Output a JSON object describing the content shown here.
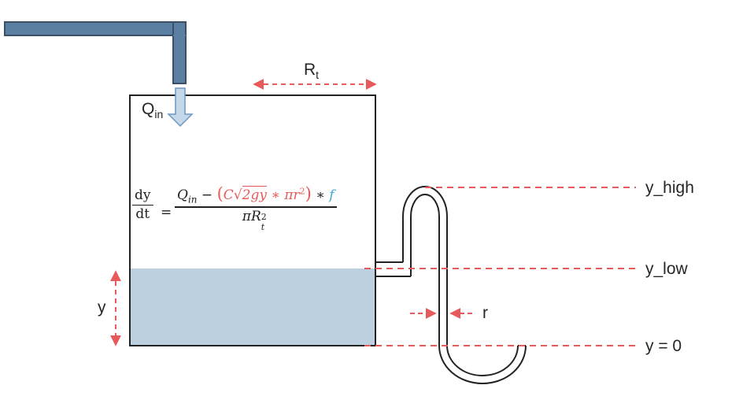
{
  "labels": {
    "q_in": {
      "main": "Q",
      "sub": "in"
    },
    "r_t": {
      "main": "R",
      "sub": "t"
    },
    "y_high": "y_high",
    "y_low": "y_low",
    "y_zero": "y = 0",
    "y": "y",
    "r": "r"
  },
  "equation": {
    "lhs_num": "dy",
    "lhs_den": "dt",
    "equals": "=",
    "q_main": "Q",
    "q_sub": "in",
    "minus": "−",
    "open_paren": "(",
    "c": "C",
    "sqrt_body": "2gy",
    "times1": " ∗ ",
    "pi_r": "πr",
    "sq": "2",
    "close_paren": ")",
    "times2": " ∗ ",
    "f": "f",
    "den_pi_r": "πR",
    "den_sub": "t",
    "den_sup": "2"
  },
  "colors": {
    "pipe_fill": "#5b7fa3",
    "pipe_stroke": "#3b4f66",
    "inflow_arrow_fill": "#c5d8ea",
    "inflow_arrow_stroke": "#6f97bf",
    "water": "#bcd0e0",
    "tank_stroke": "#222222",
    "dashed": "#e8595a",
    "flow_term": "#e8595a",
    "f_term": "#3fa9d6"
  }
}
